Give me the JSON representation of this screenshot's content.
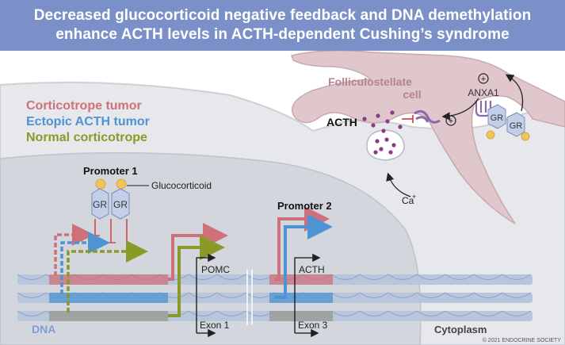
{
  "title": {
    "line1": "Decreased glucocorticoid negative feedback and DNA demethylation",
    "line2": "enhance ACTH levels in ACTH-dependent Cushing’s syndrome"
  },
  "legend": {
    "corticotrope_tumor": "Corticotrope tumor",
    "ectopic_acth_tumor": "Ectopic ACTH tumor",
    "normal_corticotrope": "Normal corticotrope"
  },
  "labels": {
    "folliculostellate_cell_line1": "Folliculostellate",
    "folliculostellate_cell_line2": "cell",
    "anxa1": "ANXA1",
    "acth_secreted": "ACTH",
    "calcium": "Ca",
    "calcium_charge": "+",
    "promoter1": "Promoter 1",
    "promoter2": "Promoter 2",
    "glucocorticoid": "Glucocorticoid",
    "gr": "GR",
    "pomc": "POMC",
    "acth_gene": "ACTH",
    "exon1": "Exon 1",
    "exon3": "Exon 3",
    "dna": "DNA",
    "cytoplasm": "Cytoplasm",
    "plus_sign": "+",
    "copyright": "© 2021 ENDOCRINE SOCIETY"
  },
  "colors": {
    "banner": "#7b90c8",
    "corticotrope_tumor": "#d0707a",
    "ectopic_acth_tumor": "#4f93d2",
    "normal_corticotrope": "#8a9a28",
    "folliculostellate": "#b3848f",
    "acth_granule": "#8a3a88",
    "inhibition": "#d8474f",
    "receptor": "#c3cfe8",
    "glucocorticoid": "#f2c45c"
  }
}
